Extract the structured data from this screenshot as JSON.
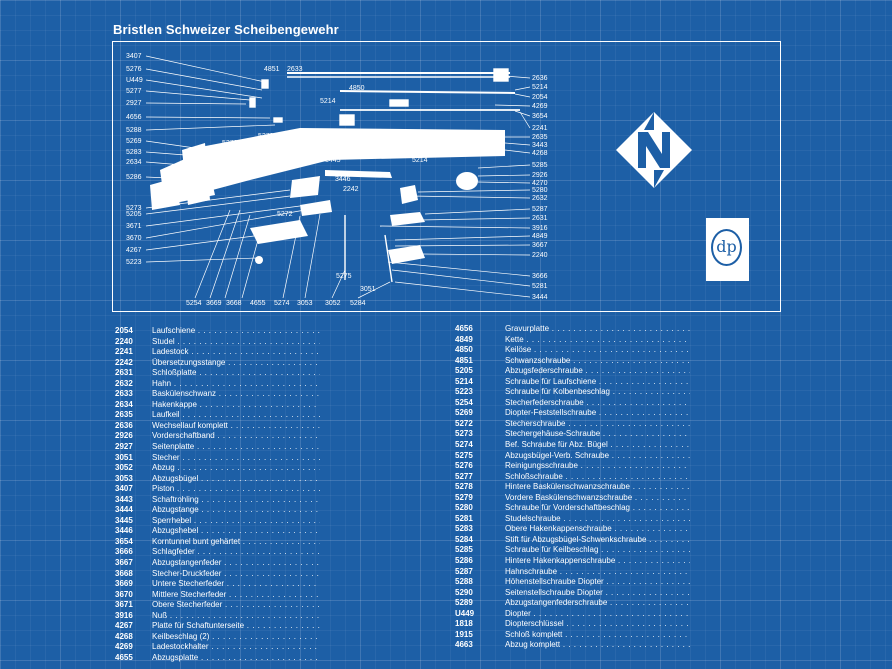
{
  "title": "Bristlen Schweizer Scheibengewehr",
  "diagram": {
    "callouts_left": [
      "3407",
      "5276",
      "U449",
      "5277",
      "2927",
      "4656",
      "5288",
      "5269",
      "5283",
      "2634",
      "5286",
      "5273",
      "5205",
      "3671",
      "3670",
      "4267",
      "5223"
    ],
    "callouts_right": [
      "2636",
      "5214",
      "2054",
      "4269",
      "3654",
      "2241",
      "2635",
      "3443",
      "4268",
      "5285",
      "2926",
      "4270",
      "5280",
      "2632",
      "5287",
      "2631",
      "3916",
      "4849",
      "3667",
      "2240",
      "3666",
      "5281",
      "3444"
    ],
    "callouts_bottom": [
      "5254",
      "3669",
      "3668",
      "4655",
      "5274",
      "3053",
      "3052",
      "5284"
    ],
    "callouts_inner": [
      "4851",
      "2633",
      "4850",
      "5214",
      "5279",
      "5278",
      "3445",
      "5214",
      "3446",
      "2242",
      "5272",
      "5275",
      "3051"
    ]
  },
  "legend_left": [
    {
      "num": "2054",
      "name": "Laufschiene"
    },
    {
      "num": "2240",
      "name": "Studel"
    },
    {
      "num": "2241",
      "name": "Ladestock"
    },
    {
      "num": "2242",
      "name": "Übersetzungsstange"
    },
    {
      "num": "2631",
      "name": "Schloßplatte"
    },
    {
      "num": "2632",
      "name": "Hahn"
    },
    {
      "num": "2633",
      "name": "Baskülenschwanz"
    },
    {
      "num": "2634",
      "name": "Hakenkappe"
    },
    {
      "num": "2635",
      "name": "Laufkeil"
    },
    {
      "num": "2636",
      "name": "Wechsellauf komplett"
    },
    {
      "num": "2926",
      "name": "Vorderschaftband"
    },
    {
      "num": "2927",
      "name": "Seitenplatte"
    },
    {
      "num": "3051",
      "name": "Stecher"
    },
    {
      "num": "3052",
      "name": "Abzug"
    },
    {
      "num": "3053",
      "name": "Abzugsbügel"
    },
    {
      "num": "3407",
      "name": "Piston"
    },
    {
      "num": "3443",
      "name": "Schaftrohling"
    },
    {
      "num": "3444",
      "name": "Abzugstange"
    },
    {
      "num": "3445",
      "name": "Sperrhebel"
    },
    {
      "num": "3446",
      "name": "Abzugshebel"
    },
    {
      "num": "3654",
      "name": "Korntunnel bunt gehärtet"
    },
    {
      "num": "3666",
      "name": "Schlagfeder"
    },
    {
      "num": "3667",
      "name": "Abzugstangenfeder"
    },
    {
      "num": "3668",
      "name": "Stecher-Druckfeder"
    },
    {
      "num": "3669",
      "name": "Untere Stecherfeder"
    },
    {
      "num": "3670",
      "name": "Mittlere Stecherfeder"
    },
    {
      "num": "3671",
      "name": "Obere Stecherfeder"
    },
    {
      "num": "3916",
      "name": "Nuß"
    },
    {
      "num": "4267",
      "name": "Platte für Schaftunterseite"
    },
    {
      "num": "4268",
      "name": "Keilbeschlag (2)"
    },
    {
      "num": "4269",
      "name": "Ladestockhalter"
    },
    {
      "num": "4655",
      "name": "Abzugsplatte"
    }
  ],
  "legend_right": [
    {
      "num": "4656",
      "name": "Gravurplatte"
    },
    {
      "num": "4849",
      "name": "Kette"
    },
    {
      "num": "4850",
      "name": "Keilöse"
    },
    {
      "num": "4851",
      "name": "Schwanzschraube"
    },
    {
      "num": "5205",
      "name": "Abzugsfederschraube"
    },
    {
      "num": "5214",
      "name": "Schraube für Laufschiene"
    },
    {
      "num": "5223",
      "name": "Schraube für Kolbenbeschlag"
    },
    {
      "num": "5254",
      "name": "Stecherfederschraube"
    },
    {
      "num": "5269",
      "name": "Diopter-Feststellschraube"
    },
    {
      "num": "5272",
      "name": "Stecherschraube"
    },
    {
      "num": "5273",
      "name": "Stechergehäuse-Schraube"
    },
    {
      "num": "5274",
      "name": "Bef. Schraube für Abz. Bügel"
    },
    {
      "num": "5275",
      "name": "Abzugsbügel-Verb. Schraube"
    },
    {
      "num": "5276",
      "name": "Reinigungsschraube"
    },
    {
      "num": "5277",
      "name": "Schloßschraube"
    },
    {
      "num": "5278",
      "name": "Hintere Baskülenschwanzschraube"
    },
    {
      "num": "5279",
      "name": "Vordere Baskülenschwanzschraube"
    },
    {
      "num": "5280",
      "name": "Schraube für Vorderschaftbeschlag"
    },
    {
      "num": "5281",
      "name": "Studelschraube"
    },
    {
      "num": "5283",
      "name": "Obere Hakenkappenschraube"
    },
    {
      "num": "5284",
      "name": "Stift für Abzugsbügel-Schwenkschraube"
    },
    {
      "num": "5285",
      "name": "Schraube für Keilbeschlag"
    },
    {
      "num": "5286",
      "name": "Hintere Hakenkappenschraube"
    },
    {
      "num": "5287",
      "name": "Hahnschraube"
    },
    {
      "num": "5288",
      "name": "Höhenstellschraube Diopter"
    },
    {
      "num": "5290",
      "name": "Seitenstellschraube Diopter"
    },
    {
      "num": "5289",
      "name": "Abzugstangenfederschraube"
    },
    {
      "num": "U449",
      "name": "Diopter"
    },
    {
      "num": "1818",
      "name": "Diopterschlüssel"
    },
    {
      "num": "1915",
      "name": "Schloß komplett"
    },
    {
      "num": "4663",
      "name": "Abzug komplett"
    }
  ],
  "logo_dp_text": "dp",
  "colors": {
    "background": "#1d5fa6",
    "ink": "#ffffff"
  }
}
